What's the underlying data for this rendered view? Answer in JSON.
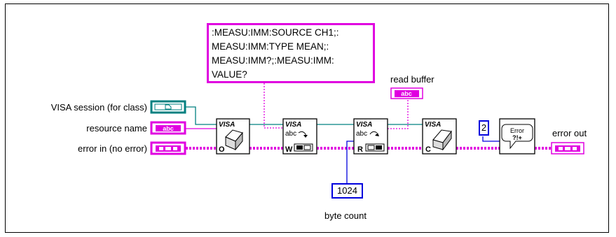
{
  "inputs": {
    "visa_session": "VISA session (for class)",
    "resource_name": "resource name",
    "error_in": "error in (no error)"
  },
  "command_string": {
    "lines": [
      ":MEASU:IMM:SOURCE CH1;:",
      "MEASU:IMM:TYPE MEAN;:",
      "MEASU:IMM?;:MEASU:IMM:",
      "VALUE?"
    ]
  },
  "outputs": {
    "read_buffer": "read buffer",
    "error_out": "error out"
  },
  "constants": {
    "byte_count_value": "1024",
    "byte_count_label": "byte count",
    "error_code": "2"
  },
  "vis": {
    "open": {
      "header": "VISA",
      "letter": "O"
    },
    "write": {
      "header": "VISA",
      "sub": "abc",
      "letter": "W"
    },
    "read": {
      "header": "VISA",
      "sub": "abc",
      "letter": "R"
    },
    "close": {
      "header": "VISA",
      "letter": "C"
    },
    "error_handler": {
      "line1": "Error",
      "line2": "?!+"
    }
  },
  "terminals": {
    "string_glyph": "abc",
    "cluster_glyph": "▪▫▪"
  },
  "colors": {
    "wire_visa": "#008080",
    "wire_string": "#e000e0",
    "wire_int": "#0000dd",
    "wire_error": "#e000e0"
  }
}
